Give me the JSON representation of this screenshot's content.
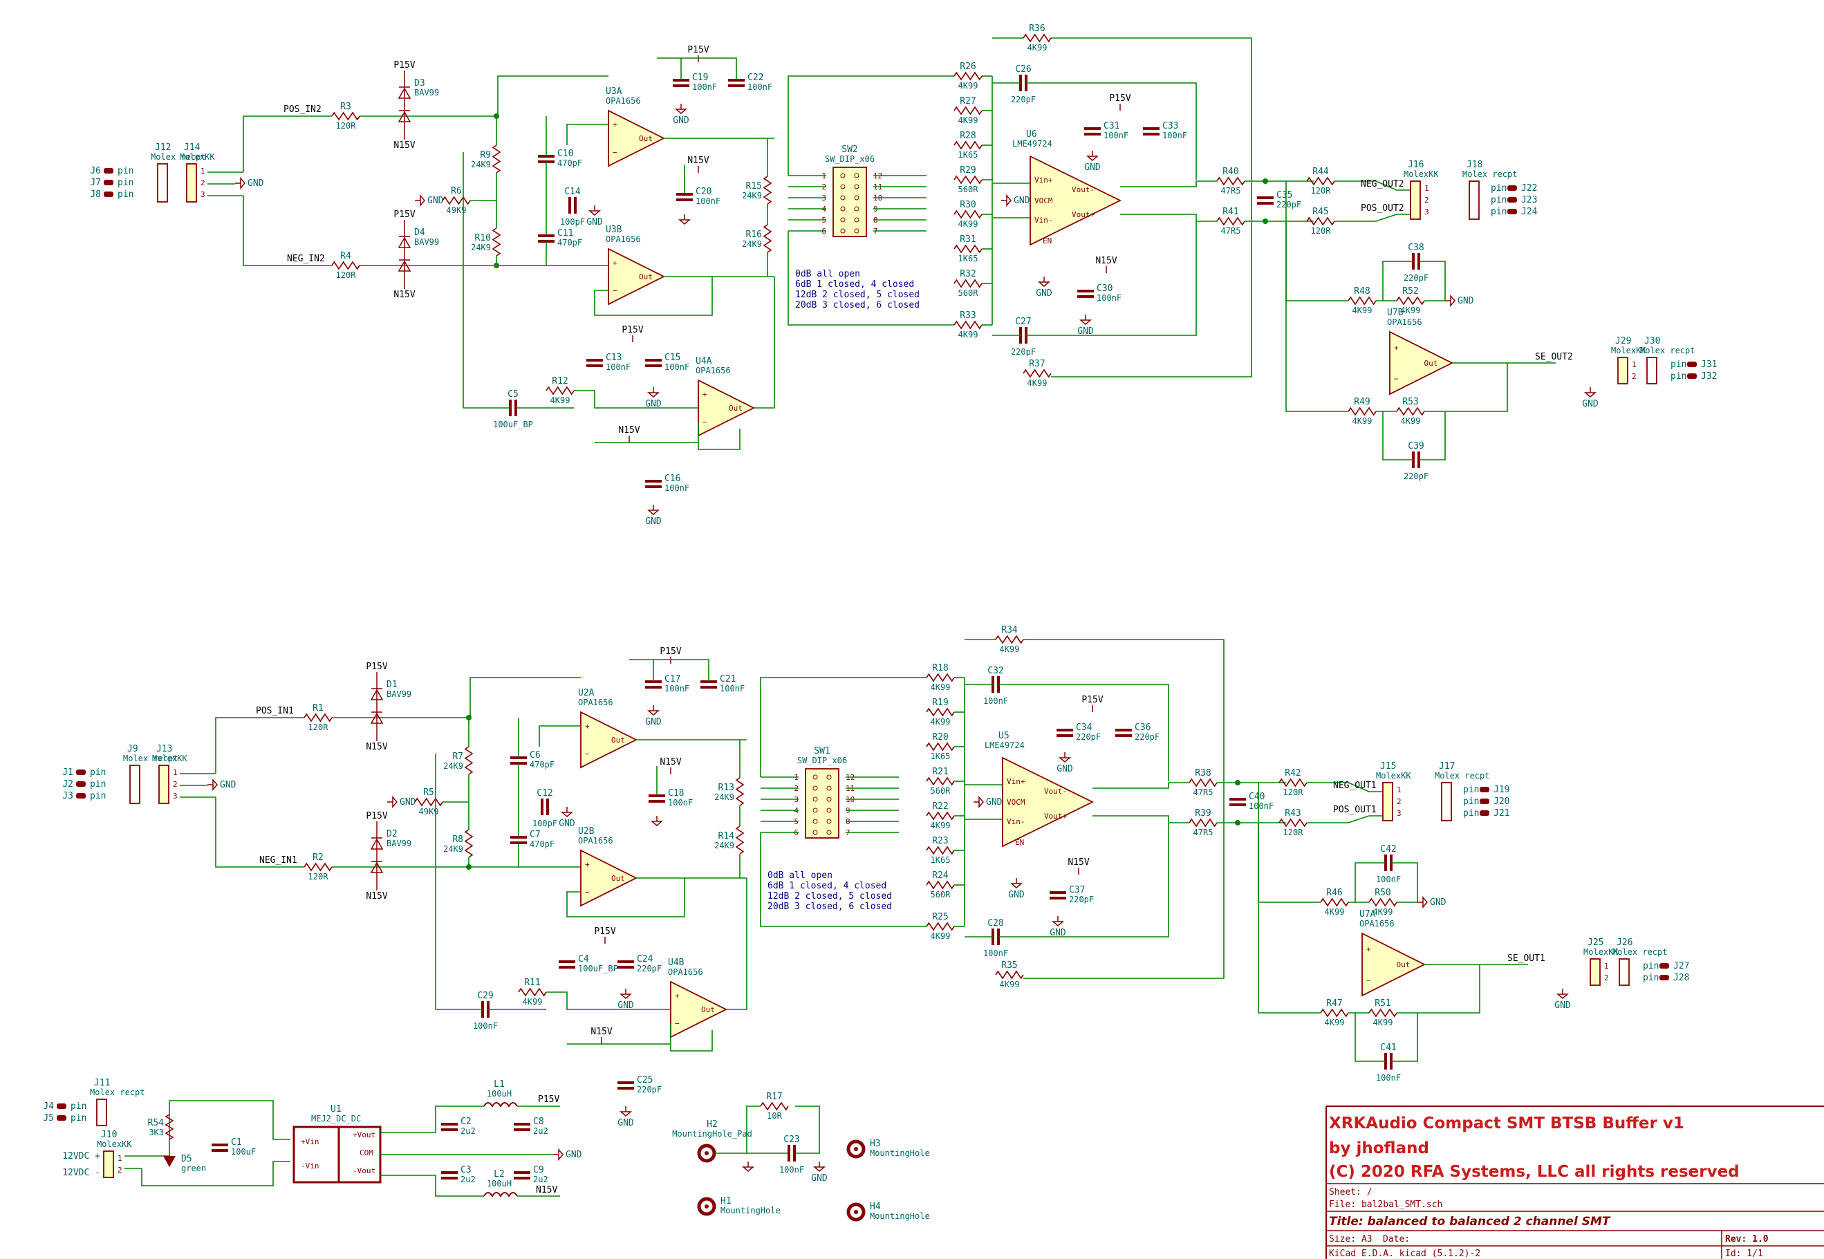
{
  "colors": {
    "wire": "#008400",
    "body": "#840000",
    "fill": "#ffffc2",
    "ref": "#006464",
    "net": "#000000",
    "note": "#000084",
    "brand": "#c81e1e"
  },
  "channel_top": {
    "inputs": {
      "pos": "POS_IN2",
      "neg": "NEG_IN2",
      "gnd": "GND"
    },
    "rails": [
      "P15V",
      "N15V",
      "P15V",
      "N15V",
      "P15V",
      "N15V"
    ],
    "resistors": [
      {
        "ref": "R3",
        "val": "120R"
      },
      {
        "ref": "R4",
        "val": "120R"
      },
      {
        "ref": "R9",
        "val": "24K9"
      },
      {
        "ref": "R6",
        "val": "49K9"
      },
      {
        "ref": "R10",
        "val": "24K9"
      },
      {
        "ref": "R12",
        "val": "4K99"
      },
      {
        "ref": "R15",
        "val": "24K9"
      },
      {
        "ref": "R16",
        "val": "24K9"
      },
      {
        "ref": "R26",
        "val": "4K99"
      },
      {
        "ref": "R27",
        "val": "4K99"
      },
      {
        "ref": "R28",
        "val": "1K65"
      },
      {
        "ref": "R29",
        "val": "560R"
      },
      {
        "ref": "R30",
        "val": "4K99"
      },
      {
        "ref": "R31",
        "val": "1K65"
      },
      {
        "ref": "R32",
        "val": "560R"
      },
      {
        "ref": "R33",
        "val": "4K99"
      },
      {
        "ref": "R36",
        "val": "4K99"
      },
      {
        "ref": "R37",
        "val": "4K99"
      },
      {
        "ref": "R40",
        "val": "47R5"
      },
      {
        "ref": "R41",
        "val": "47R5"
      },
      {
        "ref": "R44",
        "val": "120R"
      },
      {
        "ref": "R45",
        "val": "120R"
      },
      {
        "ref": "R48",
        "val": "4K99"
      },
      {
        "ref": "R52",
        "val": "4K99"
      },
      {
        "ref": "R49",
        "val": "4K99"
      },
      {
        "ref": "R53",
        "val": "4K99"
      }
    ],
    "capacitors": [
      {
        "ref": "C19",
        "val": "100nF"
      },
      {
        "ref": "C22",
        "val": "100nF"
      },
      {
        "ref": "C20",
        "val": "100nF"
      },
      {
        "ref": "C10",
        "val": "470pF"
      },
      {
        "ref": "C14",
        "val": "100pF"
      },
      {
        "ref": "C11",
        "val": "470pF"
      },
      {
        "ref": "C13",
        "val": "100nF"
      },
      {
        "ref": "C15",
        "val": "100nF"
      },
      {
        "ref": "C16",
        "val": "100nF"
      },
      {
        "ref": "C5",
        "val": "100uF_BP"
      },
      {
        "ref": "C26",
        "val": "220pF"
      },
      {
        "ref": "C27",
        "val": "220pF"
      },
      {
        "ref": "C31",
        "val": "100nF"
      },
      {
        "ref": "C33",
        "val": "100nF"
      },
      {
        "ref": "C30",
        "val": "100nF"
      },
      {
        "ref": "C35",
        "val": "220pF"
      },
      {
        "ref": "C38",
        "val": "220pF"
      },
      {
        "ref": "C39",
        "val": "220pF"
      }
    ],
    "diodes": [
      {
        "ref": "D3",
        "val": "BAV99"
      },
      {
        "ref": "D4",
        "val": "BAV99"
      }
    ],
    "opamps": [
      {
        "ref": "U3A",
        "val": "OPA1656"
      },
      {
        "ref": "U3B",
        "val": "OPA1656"
      },
      {
        "ref": "U4A",
        "val": "OPA1656"
      },
      {
        "ref": "U6",
        "val": "LME49724"
      },
      {
        "ref": "U7B",
        "val": "OPA1656"
      }
    ],
    "switch": {
      "ref": "SW2",
      "val": "SW_DIP_x06"
    },
    "connectors": {
      "in_pins": [
        "J6",
        "J7",
        "J8"
      ],
      "in_recpt": {
        "ref": "J12",
        "val": "Molex_recpt"
      },
      "in_kk": {
        "ref": "J14",
        "val": "MolexKK"
      },
      "out_kk": {
        "ref": "J16",
        "val": "MolexKK"
      },
      "out_recpt": {
        "ref": "J18",
        "val": "Molex_recpt"
      },
      "out_pins": [
        "J22",
        "J23",
        "J24"
      ],
      "se_kk": {
        "ref": "J29",
        "val": "MolexKK"
      },
      "se_recpt": {
        "ref": "J30",
        "val": "Molex_recpt"
      },
      "se_pins": [
        "J31",
        "J32"
      ]
    },
    "outputs": {
      "neg": "NEG_OUT2",
      "pos": "POS_OUT2",
      "se": "SE_OUT2"
    },
    "gain_note": [
      "0dB all open",
      "6dB 1 closed, 4 closed",
      "12dB 2 closed, 5 closed",
      "20dB 3 closed, 6 closed"
    ]
  },
  "channel_bottom": {
    "inputs": {
      "pos": "POS_IN1",
      "neg": "NEG_IN1",
      "gnd": "GND"
    },
    "rails": [
      "P15V",
      "N15V",
      "P15V",
      "N15V",
      "P15V",
      "N15V"
    ],
    "resistors": [
      {
        "ref": "R1",
        "val": "120R"
      },
      {
        "ref": "R2",
        "val": "120R"
      },
      {
        "ref": "R7",
        "val": "24K9"
      },
      {
        "ref": "R5",
        "val": "49K9"
      },
      {
        "ref": "R8",
        "val": "24K9"
      },
      {
        "ref": "R11",
        "val": "4K99"
      },
      {
        "ref": "R13",
        "val": "24K9"
      },
      {
        "ref": "R14",
        "val": "24K9"
      },
      {
        "ref": "R18",
        "val": "4K99"
      },
      {
        "ref": "R19",
        "val": "4K99"
      },
      {
        "ref": "R20",
        "val": "1K65"
      },
      {
        "ref": "R21",
        "val": "560R"
      },
      {
        "ref": "R22",
        "val": "4K99"
      },
      {
        "ref": "R23",
        "val": "1K65"
      },
      {
        "ref": "R24",
        "val": "560R"
      },
      {
        "ref": "R25",
        "val": "4K99"
      },
      {
        "ref": "R34",
        "val": "4K99"
      },
      {
        "ref": "R35",
        "val": "4K99"
      },
      {
        "ref": "R38",
        "val": "47R5"
      },
      {
        "ref": "R39",
        "val": "47R5"
      },
      {
        "ref": "R42",
        "val": "120R"
      },
      {
        "ref": "R43",
        "val": "120R"
      },
      {
        "ref": "R46",
        "val": "4K99"
      },
      {
        "ref": "R50",
        "val": "4K99"
      },
      {
        "ref": "R47",
        "val": "4K99"
      },
      {
        "ref": "R51",
        "val": "4K99"
      }
    ],
    "capacitors": [
      {
        "ref": "C17",
        "val": "100nF"
      },
      {
        "ref": "C21",
        "val": "100nF"
      },
      {
        "ref": "C18",
        "val": "100nF"
      },
      {
        "ref": "C6",
        "val": "470pF"
      },
      {
        "ref": "C12",
        "val": "100pF"
      },
      {
        "ref": "C7",
        "val": "470pF"
      },
      {
        "ref": "C4",
        "val": "100uF_BP"
      },
      {
        "ref": "C24",
        "val": "220pF"
      },
      {
        "ref": "C25",
        "val": "220pF"
      },
      {
        "ref": "C29",
        "val": "100nF"
      },
      {
        "ref": "C32",
        "val": "100nF"
      },
      {
        "ref": "C28",
        "val": "100nF"
      },
      {
        "ref": "C34",
        "val": "220pF"
      },
      {
        "ref": "C36",
        "val": "220pF"
      },
      {
        "ref": "C37",
        "val": "220pF"
      },
      {
        "ref": "C40",
        "val": "100nF"
      },
      {
        "ref": "C42",
        "val": "100nF"
      },
      {
        "ref": "C41",
        "val": "100nF"
      }
    ],
    "diodes": [
      {
        "ref": "D1",
        "val": "BAV99"
      },
      {
        "ref": "D2",
        "val": "BAV99"
      }
    ],
    "opamps": [
      {
        "ref": "U2A",
        "val": "OPA1656"
      },
      {
        "ref": "U2B",
        "val": "OPA1656"
      },
      {
        "ref": "U4B",
        "val": "OPA1656"
      },
      {
        "ref": "U5",
        "val": "LME49724"
      },
      {
        "ref": "U7A",
        "val": "OPA1656"
      }
    ],
    "switch": {
      "ref": "SW1",
      "val": "SW_DIP_x06"
    },
    "connectors": {
      "in_pins": [
        "J1",
        "J2",
        "J3"
      ],
      "in_recpt": {
        "ref": "J9",
        "val": "Molex_recpt"
      },
      "in_kk": {
        "ref": "J13",
        "val": "MolexKK"
      },
      "out_kk": {
        "ref": "J15",
        "val": "MolexKK"
      },
      "out_recpt": {
        "ref": "J17",
        "val": "Molex_recpt"
      },
      "out_pins": [
        "J19",
        "J20",
        "J21"
      ],
      "se_kk": {
        "ref": "J25",
        "val": "MolexKK"
      },
      "se_recpt": {
        "ref": "J26",
        "val": "Molex_recpt"
      },
      "se_pins": [
        "J27",
        "J28"
      ]
    },
    "outputs": {
      "neg": "NEG_OUT1",
      "pos": "POS_OUT1",
      "se": "SE_OUT1"
    },
    "gain_note": [
      "0dB all open",
      "6dB 1 closed, 4 closed",
      "12dB 2 closed, 5 closed",
      "20dB 3 closed, 6 closed"
    ]
  },
  "power": {
    "pins": [
      "J4",
      "J5"
    ],
    "recpt": {
      "ref": "J11",
      "val": "Molex_recpt"
    },
    "kk": {
      "ref": "J10",
      "val": "MolexKK"
    },
    "in_plus": "12VDC +",
    "in_minus": "12VDC -",
    "r54": {
      "ref": "R54",
      "val": "3K3"
    },
    "d5": {
      "ref": "D5",
      "val": "green"
    },
    "c1": {
      "ref": "C1",
      "val": "100uF"
    },
    "u1": {
      "ref": "U1",
      "val": "MEJ2_DC_DC",
      "pins": [
        "+Vin",
        "-Vin",
        "+Vout",
        "COM",
        "-Vout"
      ]
    },
    "l1": {
      "ref": "L1",
      "val": "100uH"
    },
    "l2": {
      "ref": "L2",
      "val": "100uH"
    },
    "c2": {
      "ref": "C2",
      "val": "2u2"
    },
    "c3": {
      "ref": "C3",
      "val": "2u2"
    },
    "c8": {
      "ref": "C8",
      "val": "2u2"
    },
    "c9": {
      "ref": "C9",
      "val": "2u2"
    },
    "rails": [
      "P15V",
      "GND",
      "N15V"
    ]
  },
  "mounting": {
    "h2": {
      "ref": "H2",
      "val": "MountingHole_Pad"
    },
    "r17": {
      "ref": "R17",
      "val": "10R"
    },
    "c23": {
      "ref": "C23",
      "val": "100nF"
    },
    "h1": {
      "ref": "H1",
      "val": "MountingHole"
    },
    "h3": {
      "ref": "H3",
      "val": "MountingHole"
    },
    "h4": {
      "ref": "H4",
      "val": "MountingHole"
    }
  },
  "title_block": {
    "line1": "XRKAudio Compact SMT BTSB Buffer v1",
    "line2": "by jhofland",
    "line3": "(C) 2020 RFA Systems, LLC all rights reserved",
    "sheet": "Sheet: /",
    "file": "File: bal2bal_SMT.sch",
    "title": "Title: balanced to balanced 2 channel SMT",
    "size": "Size: A3",
    "date": "Date:",
    "rev": "Rev: 1.0",
    "tool": "KiCad E.D.A.  kicad (5.1.2)-2",
    "id": "Id: 1/1"
  }
}
